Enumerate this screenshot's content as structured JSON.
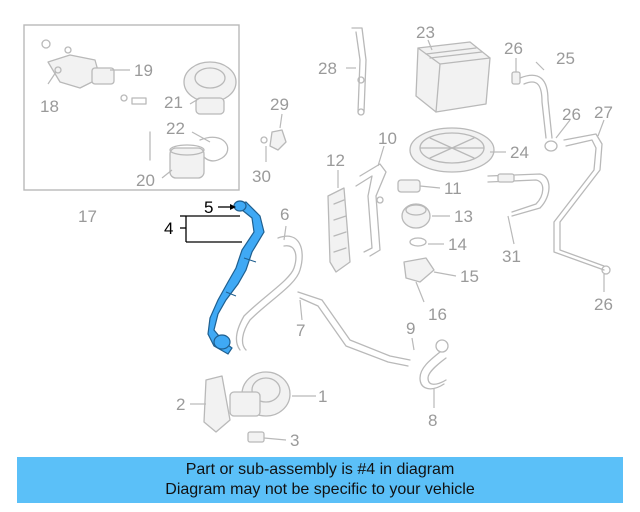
{
  "diagram": {
    "highlighted_part": "4",
    "highlight_color": "#3fa9f5",
    "callouts": {
      "c1": "1",
      "c2": "2",
      "c3": "3",
      "c4": "4",
      "c5": "5",
      "c6": "6",
      "c7": "7",
      "c8": "8",
      "c9": "9",
      "c10": "10",
      "c11": "11",
      "c12": "12",
      "c13": "13",
      "c14": "14",
      "c15": "15",
      "c16": "16",
      "c17": "17",
      "c18": "18",
      "c19": "19",
      "c20": "20",
      "c21": "21",
      "c22": "22",
      "c23": "23",
      "c24": "24",
      "c25": "25",
      "c26a": "26",
      "c26b": "26",
      "c26c": "26",
      "c27": "27",
      "c28": "28",
      "c29": "29",
      "c30": "30",
      "c31": "31"
    }
  },
  "banner": {
    "color": "#5bc0f8",
    "line1": "Part or sub-assembly is #4 in diagram",
    "line2": "Diagram may not be specific to your vehicle"
  }
}
